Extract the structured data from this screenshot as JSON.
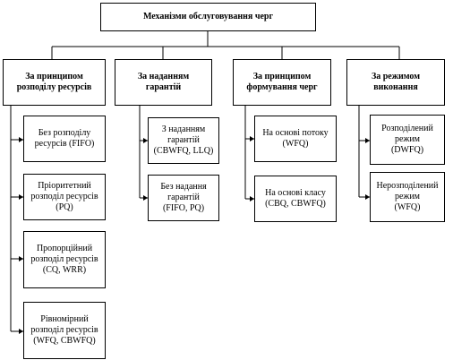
{
  "title": "Механізми обслуговування черг",
  "categories": [
    {
      "label": "За принципом\nрозподілу ресурсів",
      "items": [
        "Без розподілу\nресурсів (FIFO)",
        "Пріоритетний\nрозподіл ресурсів\n(PQ)",
        "Пропорційний\nрозподіл ресурсів\n(CQ, WRR)",
        "Рівномірний\nрозподіл ресурсів\n(WFQ, CBWFQ)"
      ]
    },
    {
      "label": "За наданням\nгарантій",
      "items": [
        "З наданням\nгарантій\n(CBWFQ, LLQ)",
        "Без надання\nгарантій\n(FIFO, PQ)"
      ]
    },
    {
      "label": "За принципом\nформування черг",
      "items": [
        "На основі потоку\n(WFQ)",
        "На основі класу\n(CBQ, CBWFQ)"
      ]
    },
    {
      "label": "За режимом\nвиконання",
      "items": [
        "Розподілений\nрежим\n(DWFQ)",
        "Нерозподілений\nрежим\n(WFQ)"
      ]
    }
  ]
}
